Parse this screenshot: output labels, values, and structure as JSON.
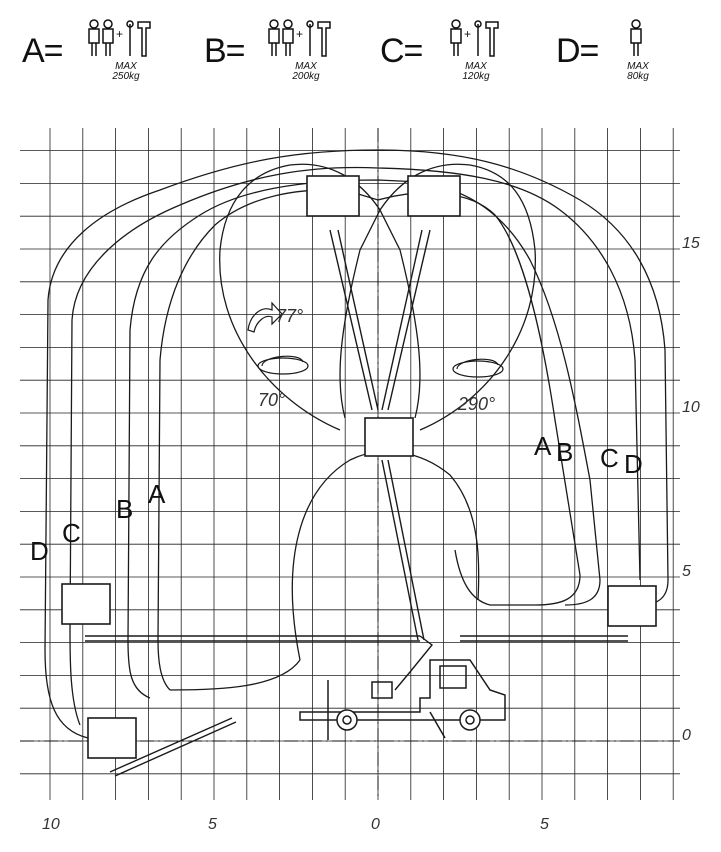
{
  "legend": [
    {
      "letter": "A=",
      "persons": 2,
      "tools": true,
      "max_label": "MAX",
      "max_value": "250kg"
    },
    {
      "letter": "B=",
      "persons": 2,
      "tools": true,
      "max_label": "MAX",
      "max_value": "200kg"
    },
    {
      "letter": "C=",
      "persons": 1,
      "tools": true,
      "max_label": "MAX",
      "max_value": "120kg"
    },
    {
      "letter": "D=",
      "persons": 1,
      "tools": false,
      "max_label": "MAX",
      "max_value": "80kg"
    }
  ],
  "x_axis_ticks": [
    "10",
    "5",
    "0",
    "5"
  ],
  "y_axis_ticks": [
    "15",
    "10",
    "5",
    "0"
  ],
  "curve_labels_left": [
    "D",
    "C",
    "B",
    "A"
  ],
  "curve_labels_right": [
    "A",
    "B",
    "C",
    "D"
  ],
  "rotation": {
    "tilt": "77°",
    "left_rotation": "70°",
    "right_rotation": "290°"
  },
  "colors": {
    "line": "#1a1a1a",
    "grid": "#222222",
    "background": "#ffffff"
  }
}
